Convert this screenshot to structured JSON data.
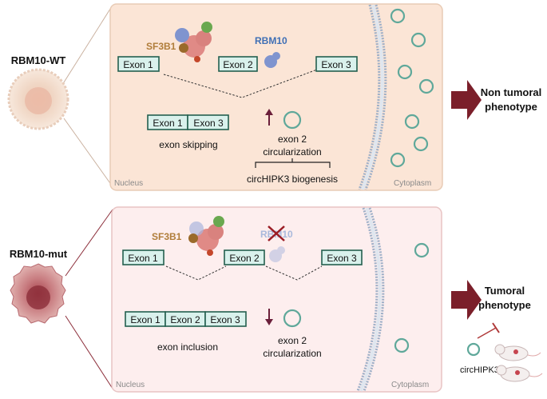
{
  "colors": {
    "accent_arrow": "#7b1f2a",
    "exon_fill": "#d9f1ec",
    "exon_stroke": "#23604f",
    "sf3b1": "#b07d3a",
    "rbm10": "#3f6fb5",
    "panel_wt": "#fbe5d6",
    "panel_mut": "#fdeeee"
  },
  "wt": {
    "label": "RBM10-WT",
    "sf3b1": "SF3B1",
    "rbm10": "RBM10",
    "exons": [
      "Exon 1",
      "Exon 2",
      "Exon 3"
    ],
    "product": [
      "Exon 1",
      "Exon 3"
    ],
    "product_label": "exon skipping",
    "circ_line1": "exon 2",
    "circ_line2": "circularization",
    "circ_change": "up",
    "biogenesis": "circHIPK3 biogenesis",
    "nucleus": "Nucleus",
    "cytoplasm": "Cytoplasm",
    "outcome_line1": "Non tumoral",
    "outcome_line2": "phenotype"
  },
  "mut": {
    "label": "RBM10-mut",
    "sf3b1": "SF3B1",
    "rbm10": "RBM10",
    "exons": [
      "Exon 1",
      "Exon 2",
      "Exon 3"
    ],
    "product": [
      "Exon 1",
      "Exon 2",
      "Exon 3"
    ],
    "product_label": "exon inclusion",
    "circ_line1": "exon 2",
    "circ_line2": "circularization",
    "circ_change": "down",
    "nucleus": "Nucleus",
    "cytoplasm": "Cytoplasm",
    "outcome_line1": "Tumoral",
    "outcome_line2": "phenotype",
    "circhipk3": "circHIPK3"
  },
  "icons": [
    "cell-icon",
    "sf3b1-protein-icon",
    "rbm10-protein-icon",
    "circrna-icon",
    "membrane-icon",
    "arrow-right-icon",
    "inhibition-icon",
    "mouse-icon"
  ]
}
